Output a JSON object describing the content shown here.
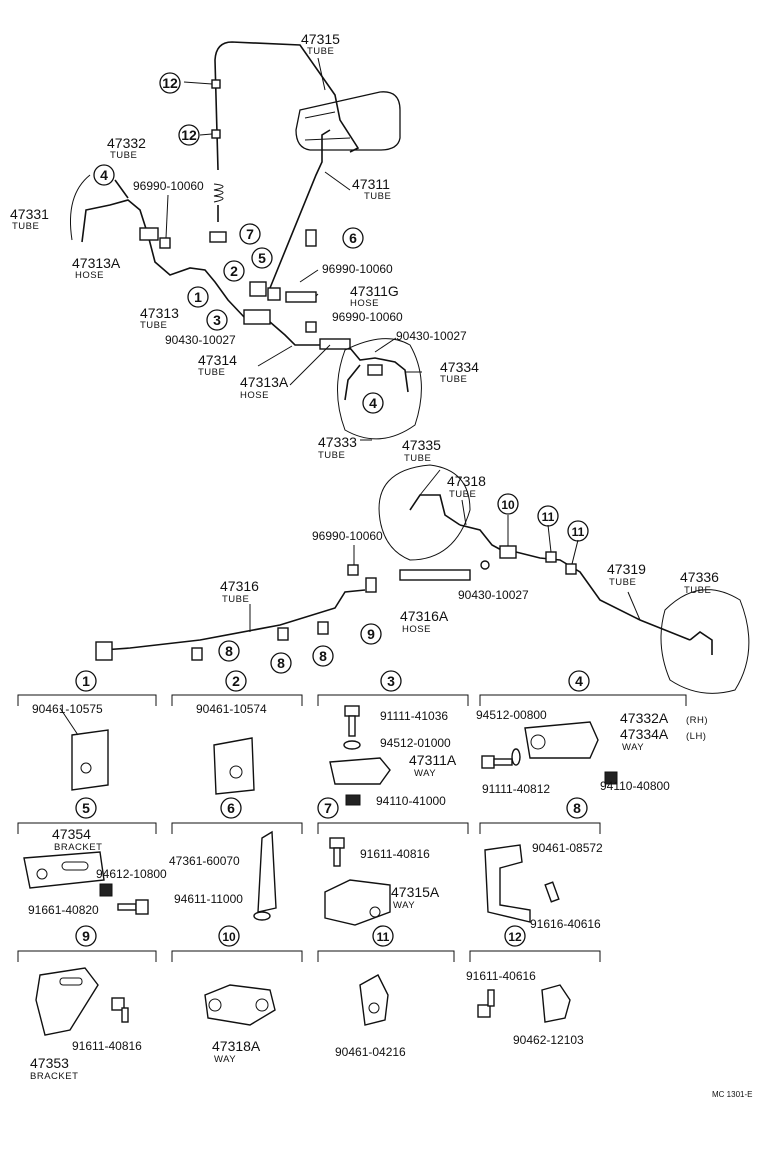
{
  "footer_code": "MC 1301-E",
  "parts": {
    "p47315": {
      "num": "47315",
      "desc": "TUBE"
    },
    "p47311": {
      "num": "47311",
      "desc": "TUBE"
    },
    "p47332": {
      "num": "47332",
      "desc": "TUBE"
    },
    "p47331": {
      "num": "47331",
      "desc": "TUBE"
    },
    "p47313A_top": {
      "num": "47313A",
      "desc": "HOSE"
    },
    "p47313": {
      "num": "47313",
      "desc": "TUBE"
    },
    "p47311G": {
      "num": "47311G",
      "desc": "HOSE"
    },
    "p47314": {
      "num": "47314",
      "desc": "TUBE"
    },
    "p47313A_mid": {
      "num": "47313A",
      "desc": "HOSE"
    },
    "p47334": {
      "num": "47334",
      "desc": "TUBE"
    },
    "p47333": {
      "num": "47333",
      "desc": "TUBE"
    },
    "p47335": {
      "num": "47335",
      "desc": "TUBE"
    },
    "p47318": {
      "num": "47318",
      "desc": "TUBE"
    },
    "p47316": {
      "num": "47316",
      "desc": "TUBE"
    },
    "p47316A": {
      "num": "47316A",
      "desc": "HOSE"
    },
    "p47319": {
      "num": "47319",
      "desc": "TUBE"
    },
    "p47336": {
      "num": "47336",
      "desc": "TUBE"
    }
  },
  "numbers": {
    "n96990_a": "96990-10060",
    "n96990_b": "96990-10060",
    "n96990_c": "96990-10060",
    "n96990_d": "96990-10060",
    "n90430_a": "90430-10027",
    "n90430_b": "90430-10027",
    "n90430_c": "90430-10027"
  },
  "callouts": [
    "1",
    "2",
    "3",
    "4",
    "5",
    "6",
    "7",
    "8",
    "9",
    "10",
    "11",
    "12"
  ],
  "details": {
    "d1": {
      "label": "1",
      "part": "90461-10575"
    },
    "d2": {
      "label": "2",
      "part": "90461-10574"
    },
    "d3": {
      "label": "3",
      "bolt": "91111-41036",
      "washer": "94512-01000",
      "way": "47311A",
      "way_desc": "WAY",
      "nut": "94110-41000"
    },
    "d4": {
      "label": "4",
      "washer": "94512-00800",
      "way_rh": "47332A",
      "rh": "(RH)",
      "way_lh": "47334A",
      "lh": "(LH)",
      "way_desc": "WAY",
      "bolt": "91111-40812",
      "nut": "94110-40800"
    },
    "d5": {
      "label": "5",
      "bracket": "47354",
      "bracket_desc": "BRACKET",
      "nut": "94612-10800",
      "bolt": "91661-40820"
    },
    "d6": {
      "label": "6",
      "part": "47361-60070",
      "washer": "94611-11000"
    },
    "d7": {
      "label": "7",
      "bolt": "91611-40816",
      "way": "47315A",
      "way_desc": "WAY"
    },
    "d8": {
      "label": "8",
      "part": "90461-08572",
      "bolt": "91616-40616"
    },
    "d9": {
      "label": "9",
      "bolt": "91611-40816",
      "bracket": "47353",
      "bracket_desc": "BRACKET"
    },
    "d10": {
      "label": "10",
      "way": "47318A",
      "way_desc": "WAY"
    },
    "d11": {
      "label": "11",
      "part": "90461-04216"
    },
    "d12": {
      "label": "12",
      "bolt": "91611-40616",
      "part": "90462-12103"
    }
  }
}
